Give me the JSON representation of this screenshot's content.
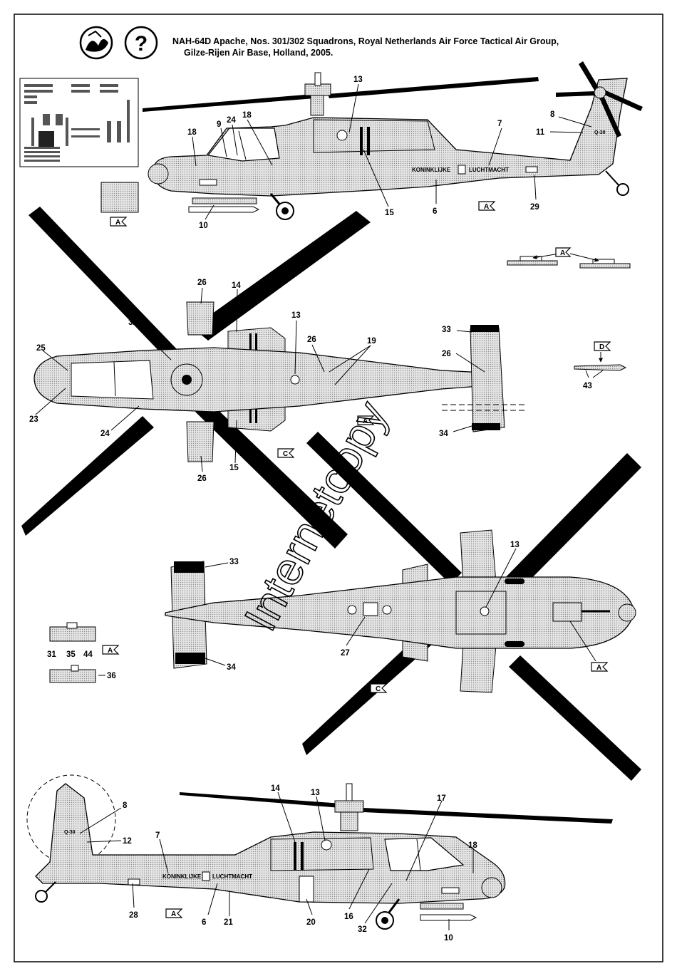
{
  "header": {
    "title_line1": "NAH-64D Apache, Nos. 301/302 Squadrons, Royal Netherlands Air Force Tactical Air Group,",
    "title_line2": "Gilze-Rijen Air Base, Holland, 2005.",
    "question_mark": "?"
  },
  "watermark": "Internetcopy",
  "markings": {
    "koninklijke": "KONINKLIJKE",
    "luchtmacht": "LUCHTMACHT",
    "serial": "Q-30"
  },
  "letters": {
    "A": "A",
    "C": "C",
    "D": "D"
  },
  "callouts": {
    "c1": "13",
    "c2": "18",
    "c3": "24",
    "c4": "18",
    "c5": "9",
    "c6": "7",
    "c7": "8",
    "c8": "11",
    "c9": "15",
    "c10": "6",
    "c11": "29",
    "c12": "10",
    "c13": "26",
    "c14": "14",
    "c15": "13",
    "c16": "32",
    "c17": "25",
    "c18": "23",
    "c19": "26",
    "c20": "19",
    "c21": "33",
    "c22": "26",
    "c23": "24",
    "c24": "15",
    "c25": "26",
    "c26": "34",
    "c27": "43",
    "c28": "33",
    "c29": "13",
    "c30": "27",
    "c31": "34",
    "c32": "31",
    "c33": "35",
    "c34": "44",
    "c35": "36",
    "c36": "8",
    "c37": "12",
    "c38": "7",
    "c39": "14",
    "c40": "13",
    "c41": "17",
    "c42": "18",
    "c43": "28",
    "c44": "6",
    "c45": "21",
    "c46": "20",
    "c47": "16",
    "c48": "32",
    "c49": "10"
  },
  "colors": {
    "camouflage_grey": "#cfcfcf",
    "blade": "#000000",
    "line": "#000000"
  }
}
